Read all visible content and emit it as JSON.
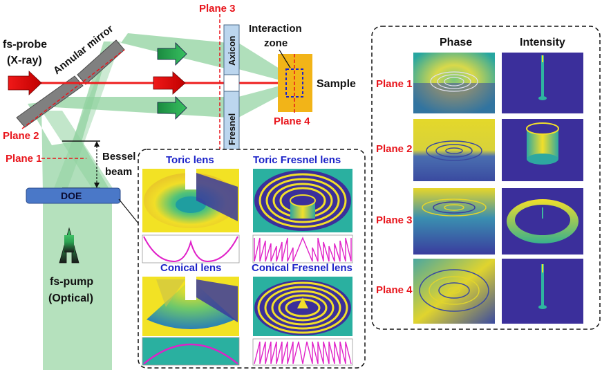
{
  "setup": {
    "probe_line1": "fs-probe",
    "probe_line2": "(X-ray)",
    "mirror": "Annular mirror",
    "plane1": "Plane 1",
    "plane2": "Plane 2",
    "plane3": "Plane 3",
    "plane4": "Plane 4",
    "bessel_line1": "Bessel",
    "bessel_line2": "beam",
    "doe": "DOE",
    "pump_line1": "fs-pump",
    "pump_line2": "(Optical)",
    "axicon": "Axicon",
    "fresnel": "Fresnel",
    "interaction_line1": "Interaction",
    "interaction_line2": "zone",
    "sample": "Sample"
  },
  "lenses": {
    "toric": "Toric lens",
    "toric_fresnel": "Toric Fresnel lens",
    "conical": "Conical lens",
    "conical_fresnel": "Conical Fresnel lens"
  },
  "profiles": {
    "phase_header": "Phase",
    "intensity_header": "Intensity",
    "rows": [
      "Plane 1",
      "Plane 2",
      "Plane 3",
      "Plane 4"
    ]
  },
  "colors": {
    "beam_green": "#8fd19e",
    "probe_red": "#ee1c1c",
    "label_red": "#e8141b",
    "label_blue": "#1b22c8",
    "viridis_yellow": "#f7e11e",
    "viridis_teal": "#21a39a",
    "viridis_blue": "#3b2f9b",
    "doe_blue": "#4a78c8",
    "profile_magenta": "#e020c8"
  }
}
